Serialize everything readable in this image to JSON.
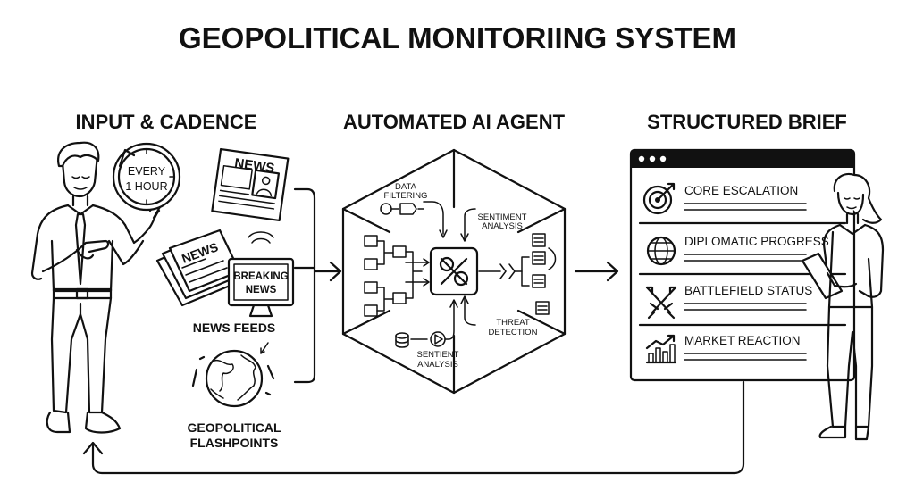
{
  "title": "GEOPOLITICAL MONITORIING SYSTEM",
  "sections": {
    "input": {
      "heading": "INPUT & CADENCE",
      "clock_line1": "EVERY",
      "clock_line2": "1 HOUR",
      "news_icon_text": "NEWS",
      "newspaper_text": "NEWS",
      "tv_line1": "BREAKING",
      "tv_line2": "NEWS",
      "news_feeds_label": "NEWS FEEDS",
      "flashpoints_line1": "GEOPOLITICAL",
      "flashpoints_line2": "FLASHPOINTS"
    },
    "agent": {
      "heading": "AUTOMATED AI AGENT",
      "data_filtering_line1": "DATA",
      "data_filtering_line2": "FILTERING",
      "sentiment_top_line1": "SENTIMENT",
      "sentiment_top_line2": "ANALYSIS",
      "threat_line1": "THREAT",
      "threat_line2": "DETECTION",
      "sentiment_bottom_line1": "SENTIENT",
      "sentiment_bottom_line2": "ANALYSIS"
    },
    "brief": {
      "heading": "STRUCTURED BRIEF",
      "rows": [
        {
          "label": "CORE ESCALATION",
          "icon": "target-icon"
        },
        {
          "label": "DIPLOMATIC PROGRESS",
          "icon": "globe-icon"
        },
        {
          "label": "BATTLEFIELD STATUS",
          "icon": "crossed-swords-icon"
        },
        {
          "label": "MARKET REACTION",
          "icon": "bar-chart-icon"
        }
      ]
    }
  }
}
